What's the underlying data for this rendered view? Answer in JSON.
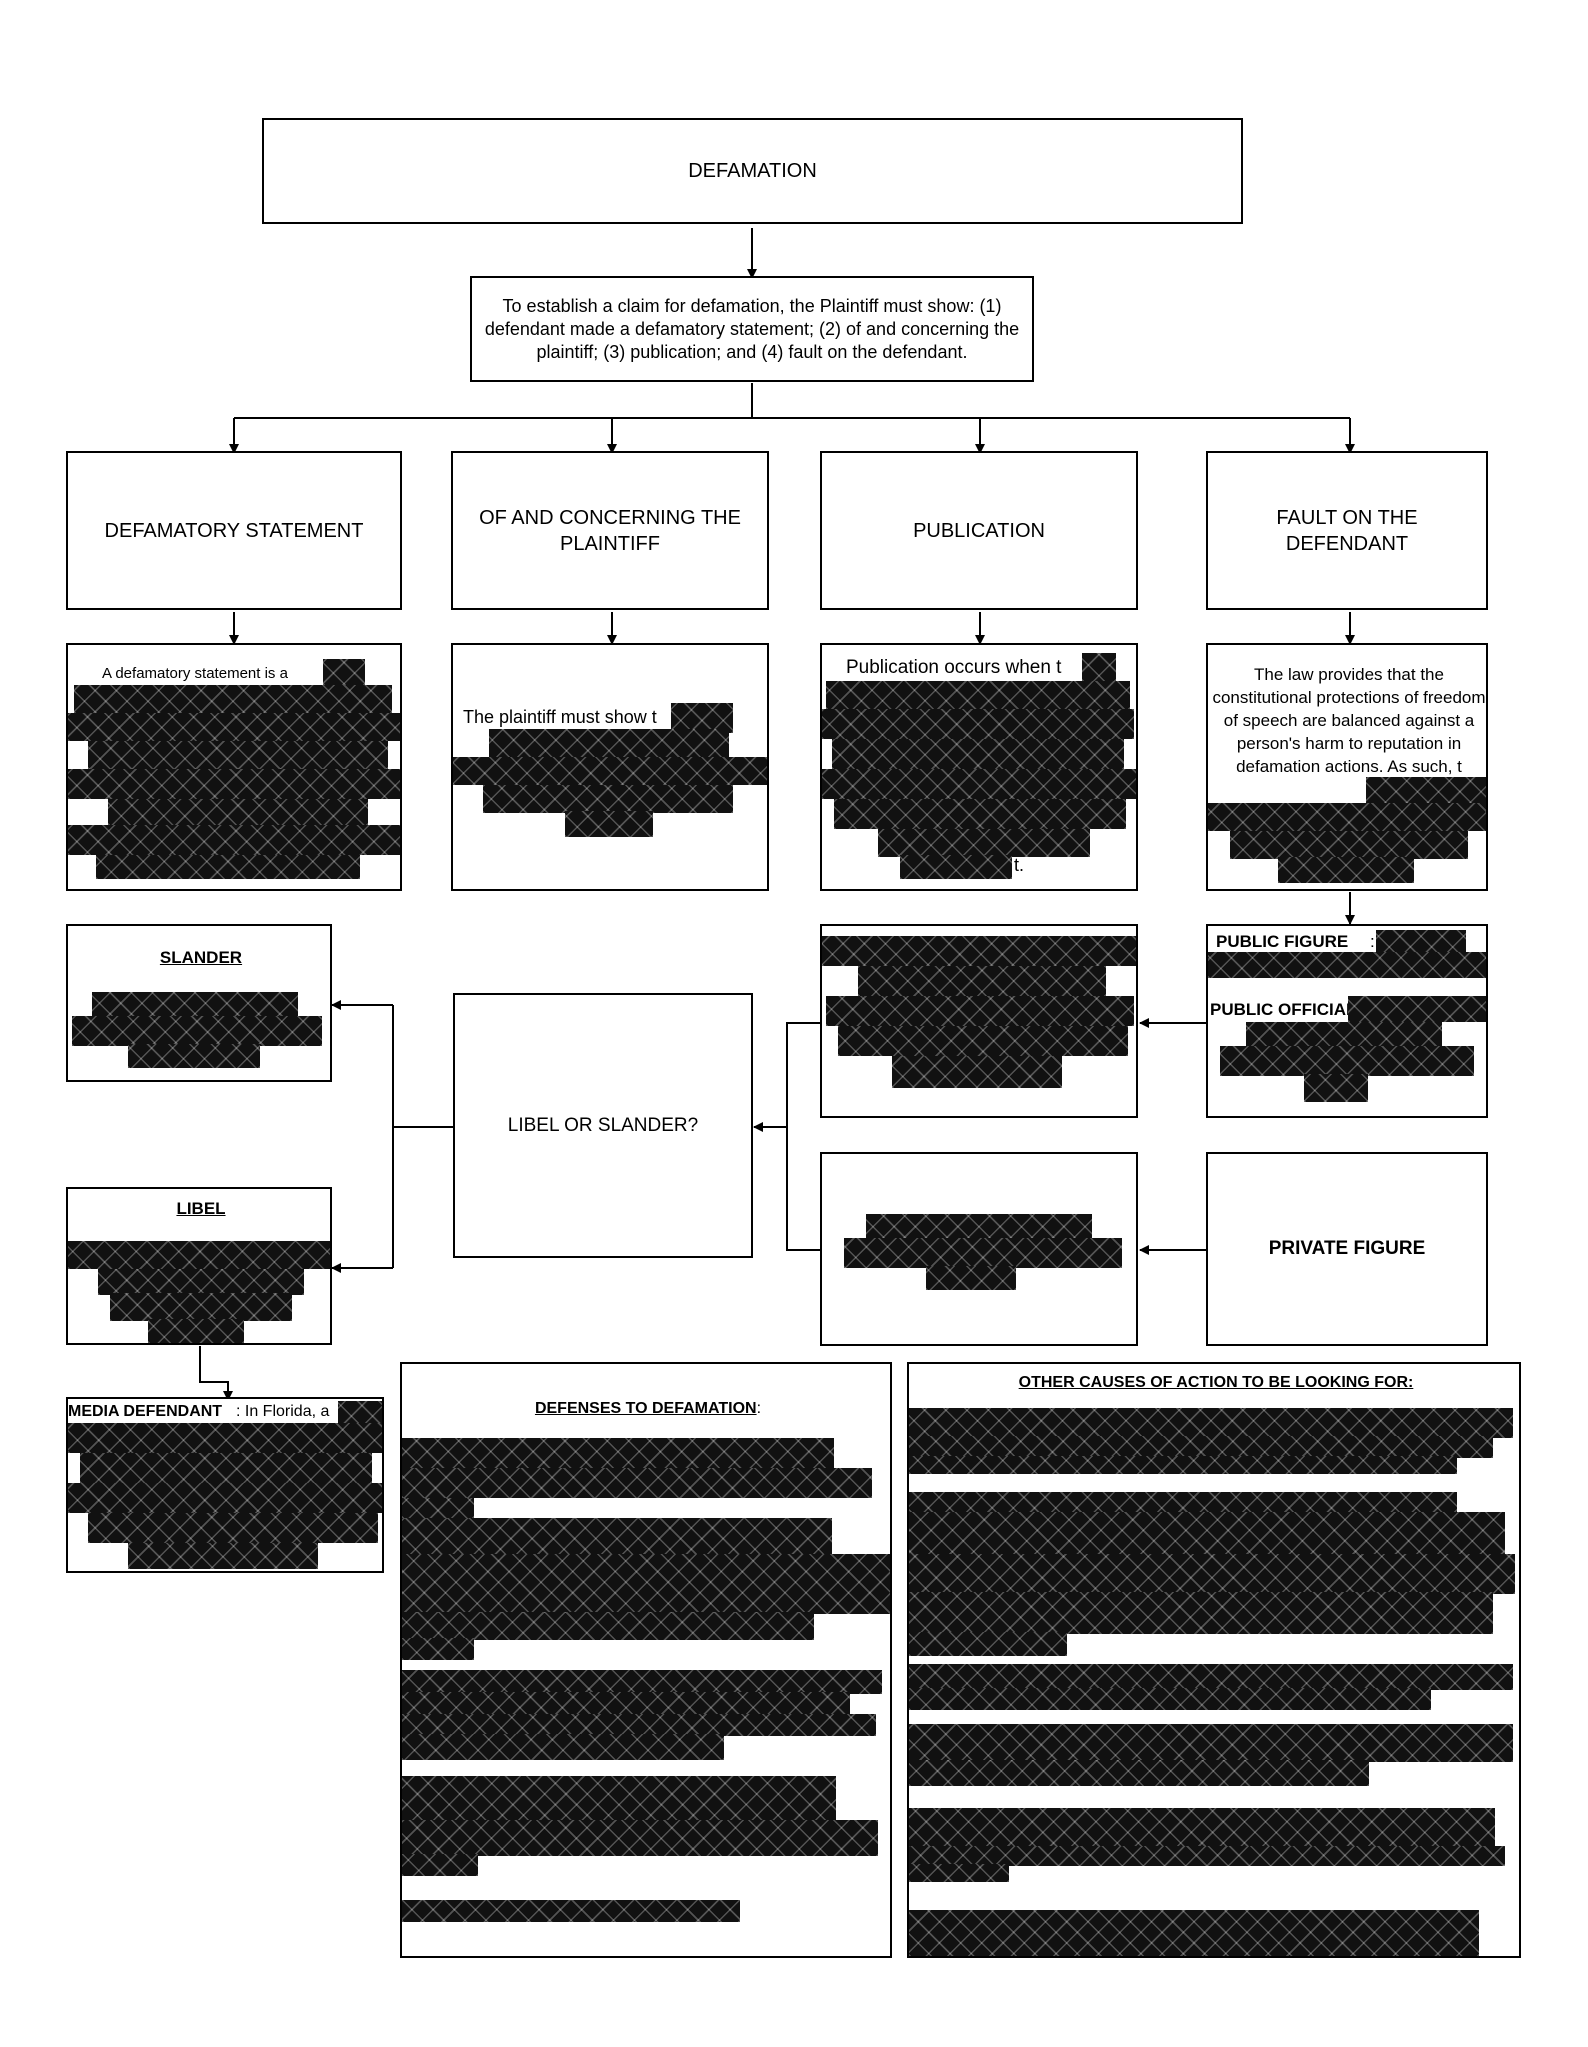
{
  "root": {
    "title": "DEFAMATION"
  },
  "elements_box": {
    "text": "To establish a claim for defamation, the Plaintiff must show: (1) defendant made a defamatory statement; (2) of and concerning the plaintiff; (3) publication; and (4) fault on the defendant."
  },
  "branches": [
    {
      "title": "DEFAMATORY STATEMENT",
      "snippet": "A defamatory statement is a"
    },
    {
      "title": "OF AND CONCERNING THE PLAINTIFF",
      "snippet": "The plaintiff must show t"
    },
    {
      "title": "PUBLICATION",
      "snippet": "Publication occurs when t"
    },
    {
      "title": "FAULT ON THE DEFENDANT",
      "snippet": "The law provides that the constitutional protections of freedom of speech are balanced against a person's harm to reputation in defamation actions. As such, t"
    }
  ],
  "fault": {
    "public_figure_label": "PUBLIC FIGURE",
    "public_official_label": "PUBLIC OFFICIAL",
    "private_figure_label": "PRIVATE FIGURE",
    "colon": ":"
  },
  "publication_tail": "t.",
  "libel_or_slander": "LIBEL OR SLANDER?",
  "slander": {
    "label": "SLANDER"
  },
  "libel": {
    "label": "LIBEL"
  },
  "media": {
    "label": "MEDIA DEFENDANT",
    "snippet": ": In Florida, a"
  },
  "defenses": {
    "label": "DEFENSES TO DEFAMATION",
    "suffix": ":"
  },
  "other": {
    "label": "OTHER CAUSES OF ACTION TO BE LOOKING FOR:"
  }
}
